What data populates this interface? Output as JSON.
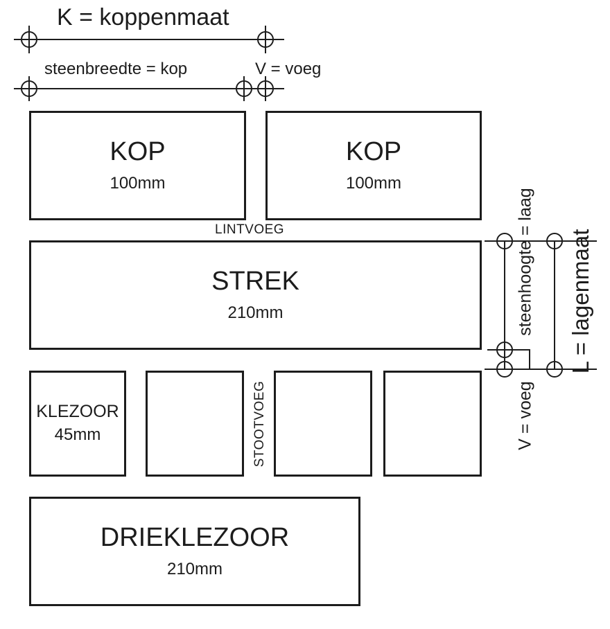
{
  "dim_top": {
    "koppenmaat": "K = koppenmaat",
    "steenbreedte": "steenbreedte = kop",
    "voeg": "V = voeg"
  },
  "bricks": {
    "kop1": {
      "label": "KOP",
      "size": "100mm"
    },
    "kop2": {
      "label": "KOP",
      "size": "100mm"
    },
    "strek": {
      "label": "STREK",
      "size": "210mm"
    },
    "klezoor": {
      "label": "KLEZOOR",
      "size": "45mm"
    },
    "drieklezoor": {
      "label": "DRIEKLEZOOR",
      "size": "210mm"
    }
  },
  "joints": {
    "lintvoeg": "LINTVOEG",
    "stootvoeg": "STOOTVOEG"
  },
  "dim_right": {
    "steenhoogte": "steenhoogte = laag",
    "lagenmaat": "L = lagenmaat",
    "voeg": "V = voeg"
  },
  "colors": {
    "line": "#1c1c1c",
    "bg": "#ffffff"
  }
}
